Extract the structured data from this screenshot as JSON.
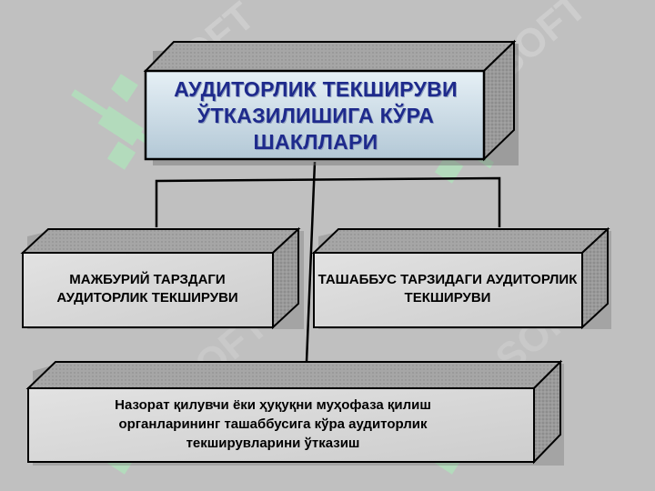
{
  "title_box": {
    "text": "АУДИТОРЛИК ТЕКШИРУВИ ЎТКАЗИЛИШИГА КЎРА ШАКЛЛАРИ"
  },
  "left_box": {
    "text": "МАЖБУРИЙ ТАРЗДАГИ АУДИТОРЛИК ТЕКШИРУВИ"
  },
  "right_box": {
    "text": "ТАШАББУС ТАРЗИДАГИ АУДИТОРЛИК ТЕКШИРУВИ"
  },
  "bottom_box": {
    "text": "Назорат қилувчи ёки ҳуқуқни муҳофаза қилиш\nорганларининг ташаббусига кўра аудиторлик\nтекширувларини ўтказиш"
  },
  "watermark": {
    "text": "SOFT",
    "icon": "soft-logo-icon"
  },
  "colors": {
    "background": "#c0c0c0",
    "title_fill": "#cfe0ea",
    "title_text": "#1e2a8c",
    "box_fill": "#d9d9d9",
    "watermark": "#a8f0b8"
  }
}
